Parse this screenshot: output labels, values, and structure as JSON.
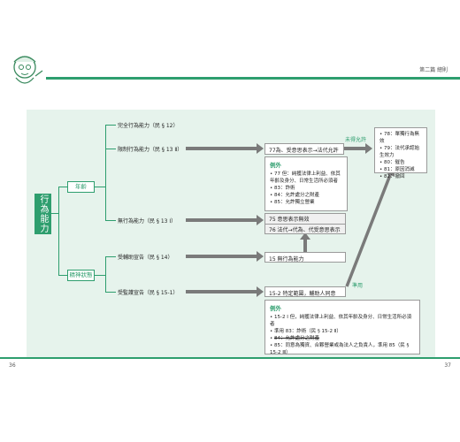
{
  "header": {
    "chapter": "第二篇 總則"
  },
  "footer": {
    "left_page": "36",
    "right_page": "37"
  },
  "root": "行為能力",
  "branches": {
    "age": "年齡",
    "mental": "精神狀態"
  },
  "nodes": {
    "full": "完全行為能力（民 § 12）",
    "limited": "限制行為能力（民 § 13 Ⅱ）",
    "none": "無行為能力（民 § 13 Ⅰ）",
    "assist": "受輔助宣告（民 § 14）",
    "guard": "受監護宣告（民 § 15-1）"
  },
  "results": {
    "limited": "77為、受意思表示→法代允許",
    "none_line1": "75 意思表示無效",
    "none_line2": "76 法代→代為、代受意思表示",
    "assist_none": "15 無行為能力",
    "guard": "15-2 特定範圍，輔助人同意"
  },
  "labels": {
    "allow": "未得允許",
    "apply": "準用"
  },
  "exceptions_limited": {
    "title": "例外",
    "items": [
      "77 但：純獲法律上利益、依其年齡及身分、日常生活所必須者",
      "83：詐術",
      "84：允許處分之財產",
      "85：允許獨立營業"
    ]
  },
  "exceptions_guard": {
    "title": "例外",
    "items": [
      "15-2 Ⅰ 但，純獲法律上利益、依其年齡及身分、日常生活所必須者",
      "準用 83：詐術（民 § 15-2 Ⅱ）",
      "84：允許處分之財產",
      "85：同意為獨資、合夥營業或為法人之負責人，準用 85（民 § 15-2 Ⅲ）"
    ]
  },
  "outcomes": {
    "items": [
      "78：單獨行為無效",
      "79：法代承認始生效力",
      "80：催告",
      "81：原因消滅",
      "82：撤回"
    ]
  }
}
